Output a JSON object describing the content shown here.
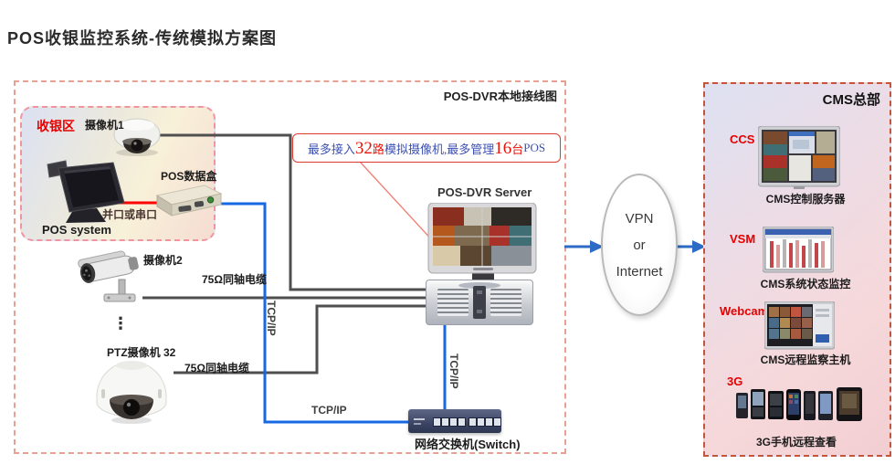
{
  "title": "POS收银监控系统-传统模拟方案图",
  "colors": {
    "coax_line": "#4f4f4f",
    "tcpip_line": "#1668e3",
    "serial_line": "#ff0000",
    "accent_red": "#e60000",
    "banner_blue": "#3c50b4"
  },
  "main": {
    "title": "POS-DVR本地接线图",
    "cash_area": {
      "label": "收银区",
      "camera1": "摄像机1",
      "databox": "POS数据盒",
      "port": "并口或串口",
      "pos_system": "POS system"
    },
    "camera2": "摄像机2",
    "coax1": "75Ω同轴电缆",
    "more_dots": "⋮",
    "ptz": "PTZ摄像机 32",
    "coax2": "75Ω同轴电缆",
    "banner": {
      "t1": "最多接入",
      "n1": "32",
      "u1": "路",
      "t2": "模拟摄像机,最多管理",
      "n2": "16",
      "u2": "台",
      "t3": "POS"
    },
    "server": "POS-DVR Server",
    "tcpip_v1": "TCP/IP",
    "tcpip_h": "TCP/IP",
    "tcpip_v2": "TCP/IP",
    "switch": "网络交换机(Switch)"
  },
  "cloud": {
    "l1": "VPN",
    "l2": "or",
    "l3": "Internet"
  },
  "cms": {
    "title": "CMS总部",
    "items": [
      {
        "tag": "CCS",
        "caption": "CMS控制服务器"
      },
      {
        "tag": "VSM",
        "caption": "CMS系统状态监控"
      },
      {
        "tag": "Webcam",
        "caption": "CMS远程监察主机"
      },
      {
        "tag": "3G",
        "caption": "3G手机远程查看"
      }
    ]
  }
}
